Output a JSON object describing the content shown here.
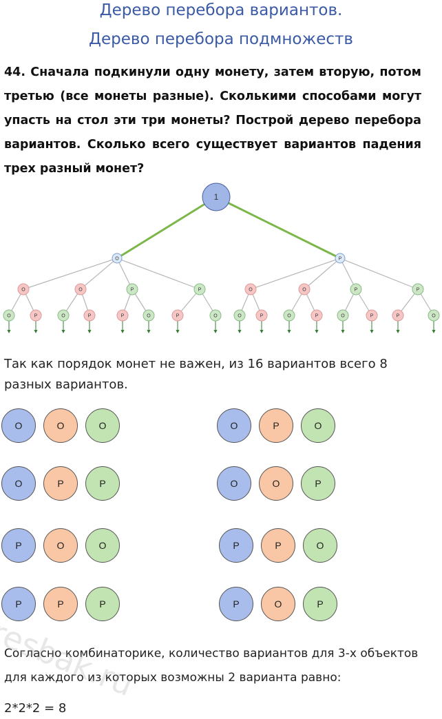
{
  "title_line1": "Дерево перебора вариантов.",
  "title_line2": "Дерево перебора подмножеств",
  "problem": {
    "number": "44.",
    "text": "Сначала подкинули одну монету, затем вторую, потом третью (все монеты разные). Сколькими способами могут упасть на стол эти три монеты? Построй дерево перебора вариантов. Сколько всего существует вариантов падения трех разный монет?"
  },
  "tree": {
    "root_label": "1",
    "level1": [
      "О",
      "Р"
    ],
    "level2": [
      "О",
      "О",
      "Р",
      "Р",
      "О",
      "О",
      "Р",
      "Р"
    ],
    "level3": [
      "О",
      "Р",
      "О",
      "Р",
      "Р",
      "О",
      "Р",
      "О",
      "О",
      "Р",
      "О",
      "Р",
      "О",
      "Р",
      "Р",
      "О"
    ],
    "colors": {
      "root": "#9fb6e6",
      "level1": "#dbe9f8",
      "red_node": "#f6c6c4",
      "green_node": "#cde6c5",
      "strong_edge": "#7ab648",
      "edge": "#b5b5b5",
      "arrow": "#2f7d2f"
    }
  },
  "note": "Так как порядок монет не важен, из 16 вариантов всего 8 разных вариантов.",
  "combinations": [
    [
      "O",
      "O",
      "O"
    ],
    [
      "O",
      "P",
      "O"
    ],
    [
      "O",
      "P",
      "P"
    ],
    [
      "O",
      "O",
      "P"
    ],
    [
      "P",
      "O",
      "O"
    ],
    [
      "P",
      "P",
      "O"
    ],
    [
      "P",
      "P",
      "P"
    ],
    [
      "P",
      "O",
      "P"
    ]
  ],
  "conclusion": "Согласно комбинаторике, количество вариантов для 3-х объектов для каждого из которых возможны 2 варианта равно:",
  "formula": "2*2*2 = 8",
  "watermark": "resbak.ru"
}
